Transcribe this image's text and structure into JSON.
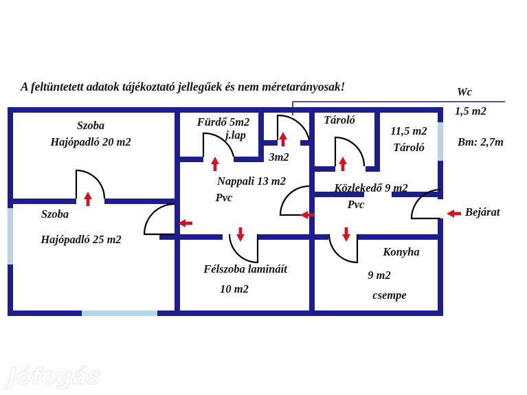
{
  "document": {
    "type": "floor-plan",
    "disclaimer": "A feltüntetett adatok tájékoztató jellegűek és nem méretarányosak!",
    "watermark": "Jófogás"
  },
  "colors": {
    "wall": "#1d1d8e",
    "window": "#b9d3ea",
    "arrow": "#cc1626",
    "door_swing": "#000000",
    "text": "#161616",
    "background": "#ffffff",
    "watermark": "#e9eaee"
  },
  "rooms": [
    {
      "id": "szoba-20",
      "name": "Szoba",
      "detail": "Hajópadló 20 m2",
      "lines": [
        "Szoba",
        "Hajópadló 20 m2"
      ]
    },
    {
      "id": "szoba-25",
      "name": "Szoba",
      "detail": "Hajópadló 25 m2",
      "lines": [
        "Szoba",
        "Hajópadló 25 m2"
      ]
    },
    {
      "id": "furdo",
      "name": "Fürdő 5m2",
      "detail": "j.lap",
      "lines": [
        "Fürdő 5m2",
        "j.lap"
      ]
    },
    {
      "id": "wc",
      "name": "3m2",
      "detail": "",
      "lines": [
        "3m2"
      ]
    },
    {
      "id": "nappali",
      "name": "Nappali 13 m2",
      "detail": "Pvc",
      "lines": [
        "Nappali 13 m2",
        "Pvc"
      ]
    },
    {
      "id": "taralo-small",
      "name": "Tároló",
      "detail": "",
      "lines": [
        "Tároló"
      ]
    },
    {
      "id": "taralo-big",
      "name": "11,5 m2",
      "detail": "Tároló",
      "lines": [
        "11,5 m2",
        "Tároló"
      ]
    },
    {
      "id": "kozlekedo",
      "name": "Közlekedő 9 m2",
      "detail": "Pvc",
      "lines": [
        "Közlekedő 9 m2",
        "Pvc"
      ]
    },
    {
      "id": "felszoba",
      "name": "Félszoba lamináít",
      "detail": "10 m2",
      "lines": [
        "Félszoba lamináít",
        "10 m2"
      ]
    },
    {
      "id": "konyha",
      "name": "Konyha",
      "detail": "9 m2 csempe",
      "lines": [
        "Konyha",
        "9 m2",
        "csempe"
      ]
    }
  ],
  "labels": {
    "szoba20_line1": "Szoba",
    "szoba20_line2": "Hajópadló 20 m2",
    "szoba25_line1": "Szoba",
    "szoba25_line2": "Hajópadló 25 m2",
    "furdo_line1": "Fürdő 5m2",
    "furdo_line2": "j.lap",
    "wc_room": "3m2",
    "nappali_line1": "Nappali 13 m2",
    "nappali_line2": "Pvc",
    "tarolo_small": "Tároló",
    "tarolo_big_line1": "11,5 m2",
    "tarolo_big_line2": "Tároló",
    "kozlekedo_line1": "Közlekedő 9 m2",
    "kozlekedo_line2": "Pvc",
    "felszoba_line1": "Félszoba lamináít",
    "felszoba_line2": "10 m2",
    "konyha_line1": "Konyha",
    "konyha_line2": "9 m2",
    "konyha_line3": "csempe"
  },
  "annotations": {
    "wc_callout": "Wc",
    "wc_area": "1,5 m2",
    "ceiling_height": "Bm: 2,7m",
    "entrance": "Bejárat"
  },
  "icons": {
    "arrow_up": "arrow-up-icon",
    "arrow_down": "arrow-down-icon",
    "arrow_left": "arrow-left-icon"
  }
}
